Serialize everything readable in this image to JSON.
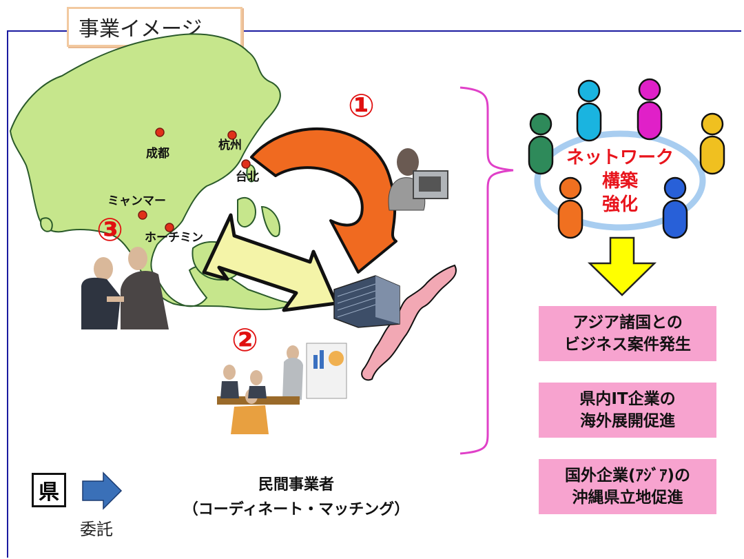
{
  "title": "事業イメージ",
  "map_labels": {
    "chengdu": "成都",
    "hangzhou": "杭州",
    "taipei": "台北",
    "myanmar": "ミャンマー",
    "hochiminh": "ホーチミン"
  },
  "step_numbers": {
    "one": "①",
    "two": "②",
    "three": "③"
  },
  "network": {
    "line1": "ネットワーク",
    "line2": "構築",
    "line3": "強化"
  },
  "results": [
    {
      "line1": "アジア諸国との",
      "line2": "ビジネス案件発生"
    },
    {
      "line1": "県内IT企業の",
      "line2": "海外展開促進"
    },
    {
      "line1": "国外企業(ｱｼﾞｱ)の",
      "line2": "沖縄県立地促進"
    }
  ],
  "legend": {
    "prefecture": "県",
    "commission": "委託",
    "operator_line1": "民間事業者",
    "operator_line2": "（コーディネート・マッチング）"
  },
  "colors": {
    "frame": "#1a1aa0",
    "map_land": "#c6e68c",
    "okinawa": "#f2a8b4",
    "arrow_orange": "#f06a20",
    "result_box": "#f7a3cf",
    "network_text": "#e8141c",
    "down_arrow": "#ffff00",
    "bracket": "#e040c8"
  }
}
